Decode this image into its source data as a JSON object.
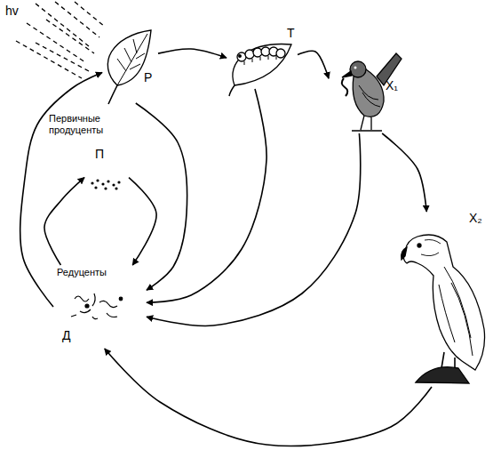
{
  "diagram": {
    "nodes": [
      {
        "text": [
          "Р"
        ]
      },
      {
        "text": [
          "Т"
        ]
      },
      {
        "text": [
          "Х₁"
        ]
      },
      {
        "text": [
          "Х₂"
        ]
      },
      {
        "text": [
          "Редуценты",
          "Д"
        ]
      },
      {
        "text": [
          "П"
        ]
      }
    ],
    "edges": [
      {
        "from": 0,
        "to": 1,
        "arrow": "to"
      },
      {
        "from": 1,
        "to": 2,
        "arrow": "to"
      },
      {
        "from": 2,
        "to": 3,
        "arrow": "to"
      },
      {
        "from": 0,
        "to": 4,
        "arrow": "to"
      },
      {
        "from": 1,
        "to": 4,
        "arrow": "to"
      },
      {
        "from": 2,
        "to": 4,
        "arrow": "to"
      },
      {
        "from": 3,
        "to": 4,
        "arrow": "to"
      },
      {
        "from": 4,
        "to": 5,
        "arrow": "to"
      },
      {
        "from": 4,
        "to": 0,
        "arrow": "to"
      },
      {
        "from": 5,
        "to": 4,
        "arrow": "to"
      }
    ],
    "labels": [
      "hv",
      "Первичные продуценты"
    ]
  }
}
